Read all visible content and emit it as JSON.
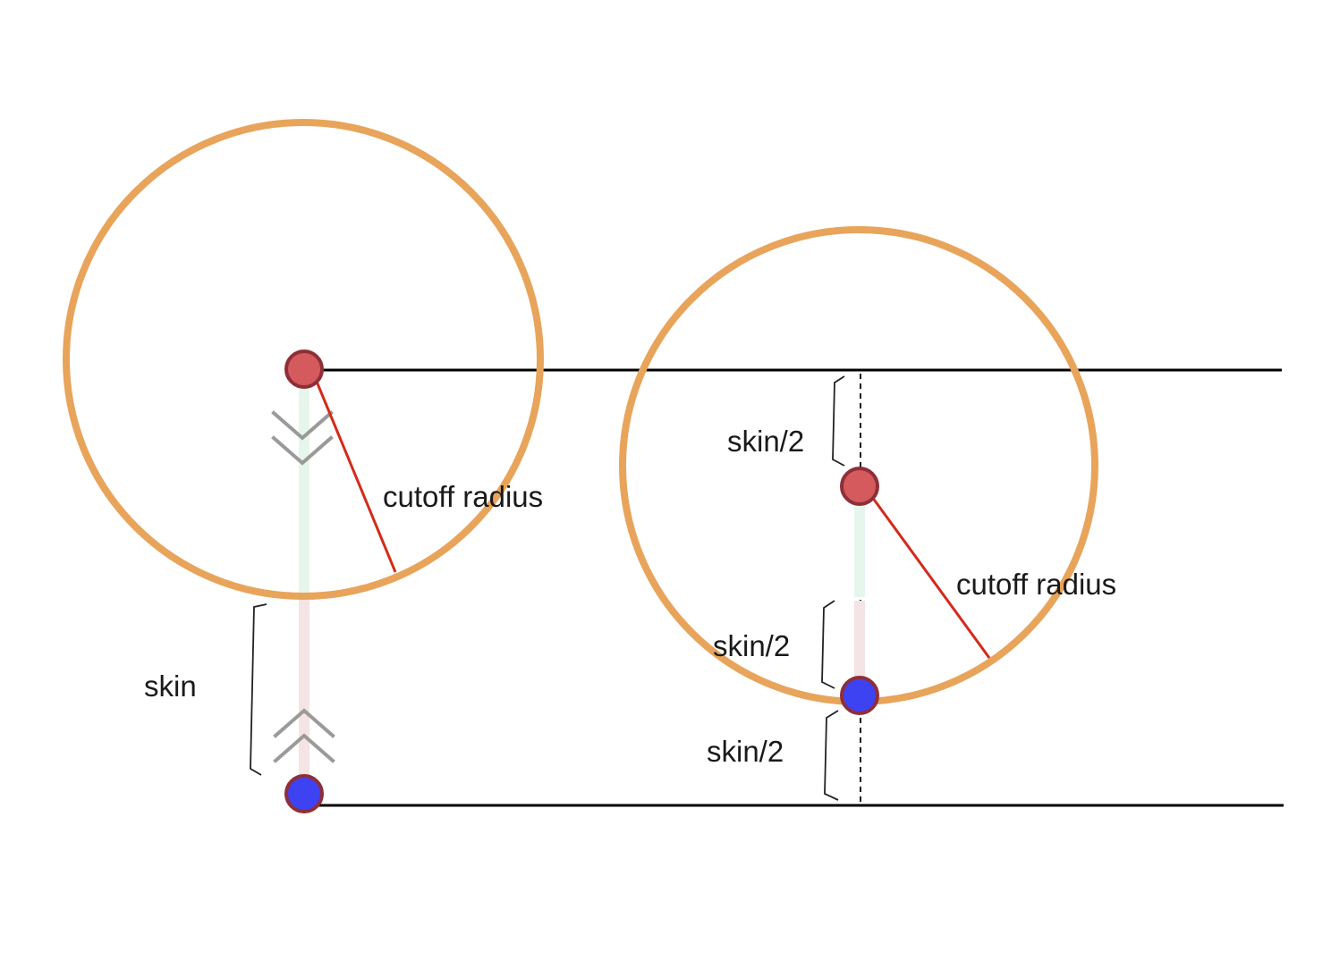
{
  "labels": {
    "cutoff_left": "cutoff radius",
    "cutoff_right": "cutoff radius",
    "skin_left": "skin",
    "skin_half_top": "skin/2",
    "skin_half_mid": "skin/2",
    "skin_half_bottom": "skin/2"
  },
  "colors": {
    "cutoff_circle": "#E8A45A",
    "radius_line": "#D42A1A",
    "red_particle": "#D45A5E",
    "red_particle_stroke": "#8E2F38",
    "blue_particle": "#3D43F2",
    "blue_particle_stroke": "#8E2F38",
    "boundary_line": "#000000",
    "bond_green": "#E6F6EC",
    "bond_pink": "#F5E4E4",
    "chevron": "#9A9A9A",
    "bracket": "#222222"
  }
}
